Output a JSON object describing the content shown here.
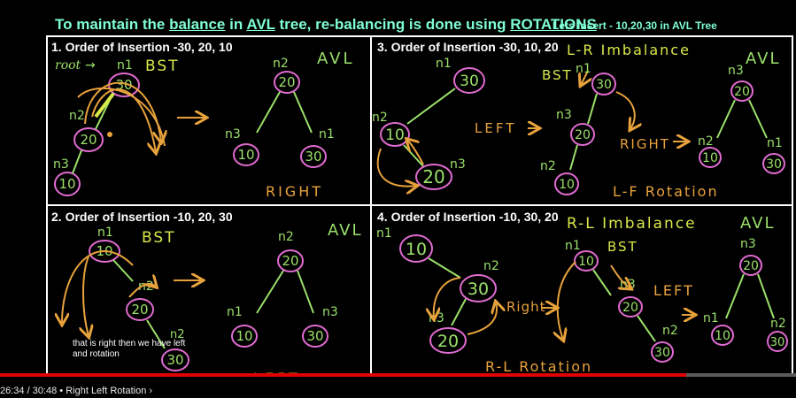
{
  "title": {
    "part1": "To maintain the ",
    "w_balance": "balance",
    "part2": " in ",
    "w_avl": "AVL",
    "part3": " tree, re-balancing is done using ",
    "w_rotations": "ROTATIONS",
    "side": "Lets Insert - 10,20,30 in AVL Tree"
  },
  "panels": [
    {
      "heading": "1. Order of Insertion -30, 20, 10"
    },
    {
      "heading": "3. Order of Insertion -30, 10, 20"
    },
    {
      "heading": "2. Order of Insertion -10, 20, 30"
    },
    {
      "heading": "4. Order of Insertion -10, 30, 20"
    }
  ],
  "handwriting": {
    "root": "root",
    "bst": "BST",
    "avl": "AVL",
    "right": "RIGHT",
    "left": "LEFT",
    "lr_imbalance": "L-R Imbalance",
    "rl_imbalance": "R-L Imbalance",
    "lr_rotation": "L-F Rotation",
    "rl_rotation": "R-L Rotation",
    "right_small": "Right",
    "n1": "n1",
    "n2": "n2",
    "n3": "n3",
    "v10": "10",
    "v20": "20",
    "v30": "30"
  },
  "subtitle": "that is right then we have left and rotation",
  "player": {
    "time": "26:34 / 30:48",
    "chapter": "• Right Left Rotation",
    "chevron_icon": "chevron-right-icon",
    "progress": 0.862
  },
  "colors": {
    "heading": "#7fffd4",
    "ink_yellow": "#d9e84a",
    "ink_green": "#9be06a",
    "ink_orange": "#e8a23c",
    "node_pink": "#e06bd0",
    "progress": "#e00000"
  }
}
